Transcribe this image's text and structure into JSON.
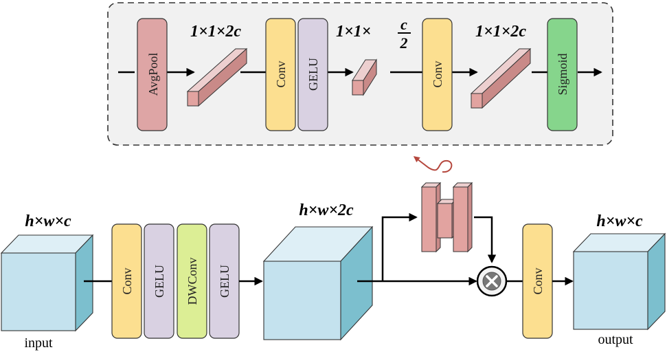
{
  "se_block": {
    "avgpool": "AvgPool",
    "dim_a": "1×1×2c",
    "conv_1": "Conv",
    "gelu": "GELU",
    "dim_b_prefix": "1×1×",
    "dim_b_num": "c",
    "dim_b_den": "2",
    "conv_2": "Conv",
    "dim_c": "1×1×2c",
    "sigmoid": "Sigmoid"
  },
  "main": {
    "input_dim": "h×w×c",
    "input_label": "input",
    "conv_1": "Conv",
    "gelu_1": "GELU",
    "dwconv": "DWConv",
    "gelu_2": "GELU",
    "mid_dim": "h×w×2c",
    "conv_out": "Conv",
    "output_dim": "h×w×c",
    "output_label": "output"
  },
  "colors": {
    "pink": "#dea5a5",
    "yellow": "#fcdf90",
    "lavender": "#d9d1e2",
    "green_light": "#dcee95",
    "green": "#86d58c",
    "cube_front": "#c4e2ee",
    "cube_top": "#deeff6",
    "cube_side": "#7cbfce",
    "rose": "#e2a3a0",
    "red_arrow": "#b5473d",
    "panel": "#f1f1f1"
  }
}
